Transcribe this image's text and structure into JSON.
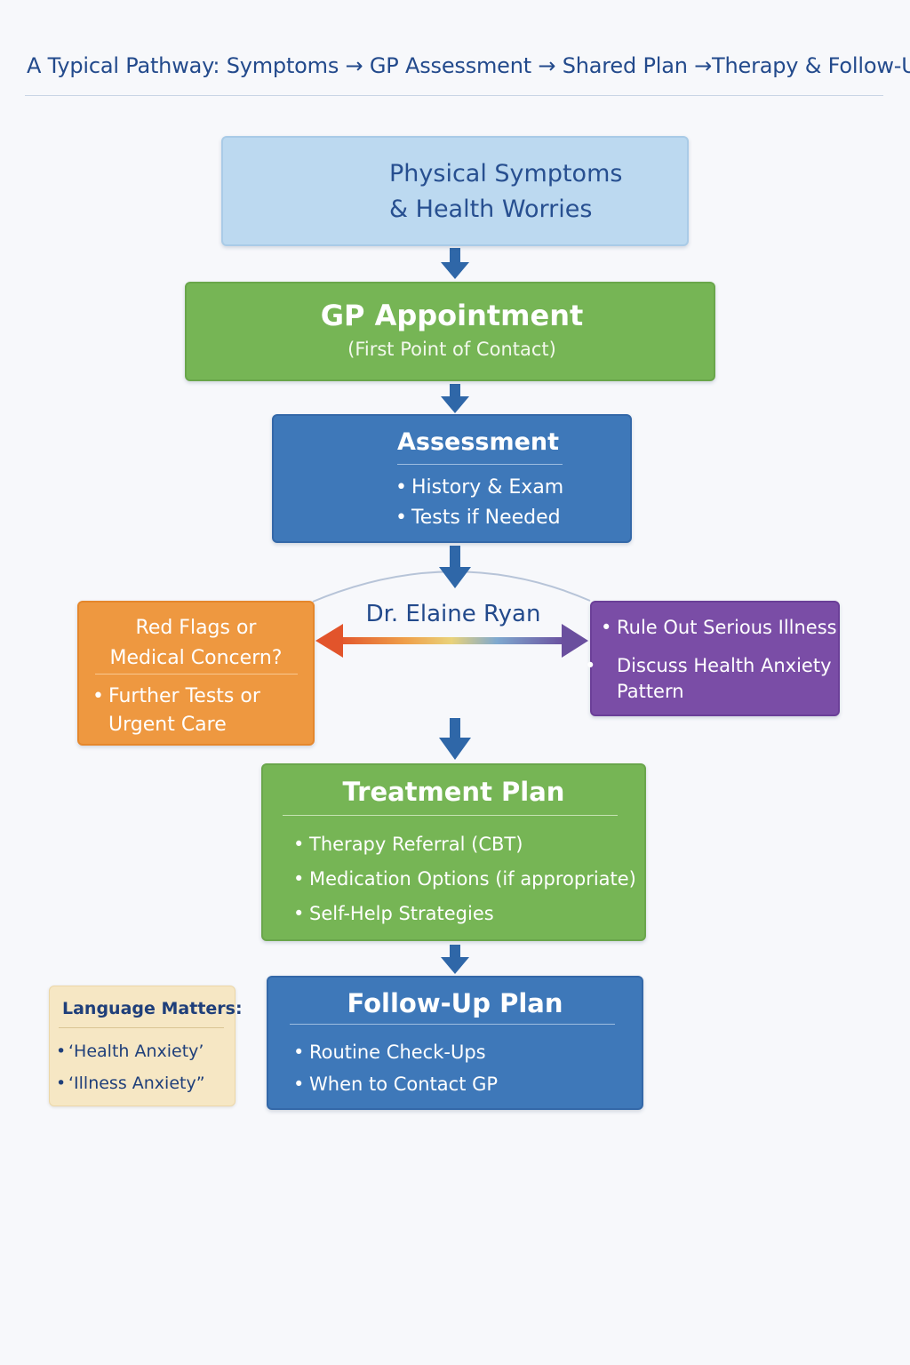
{
  "title": "A Typical Pathway: Symptoms → GP Assessment → Shared Plan →Therapy & Follow-Up",
  "symptoms": {
    "line1": "Physical Symptoms",
    "line2": "& Health Worries",
    "icon": "person-worry-icon"
  },
  "gp": {
    "title": "GP Appointment",
    "subtitle": "(First Point of Contact)",
    "icon": "stethoscope-icon"
  },
  "assessment": {
    "title": "Assessment",
    "items": [
      "History & Exam",
      "Tests if Needed"
    ],
    "icon": "clipboard-icon"
  },
  "doctor_name": "Dr. Elaine Ryan",
  "red_flags": {
    "title_line1": "Red Flags or",
    "title_line2": "Medical Concern?",
    "items": [
      "Further Tests or",
      "Urgent Care"
    ]
  },
  "rule_out": {
    "items": [
      "Rule Out Serious Illness",
      "Discuss Health Anxiety Pattern"
    ]
  },
  "treatment": {
    "title": "Treatment Plan",
    "items": [
      "Therapy Referral (CBT)",
      "Medication Options (if appropriate)",
      "Self-Help Strategies"
    ]
  },
  "follow_up": {
    "title": "Follow-Up Plan",
    "items": [
      "Routine Check-Ups",
      "When to Contact GP"
    ]
  },
  "language": {
    "title": "Language Matters:",
    "items": [
      "‘Health Anxiety’",
      "‘Illness Anxiety”"
    ]
  },
  "colors": {
    "symptoms_box": "#bcd9f0",
    "green_box": "#76b555",
    "blue_box": "#3e78b9",
    "orange_box": "#ee9840",
    "purple_box": "#7a4da6",
    "note_box": "#f6e7c4",
    "arrow": "#2f67a8"
  }
}
